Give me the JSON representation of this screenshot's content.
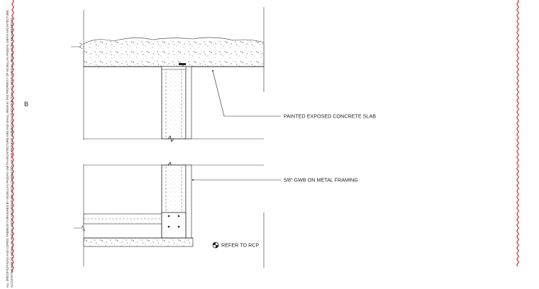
{
  "sheet": {
    "grid_marker": "B",
    "side_notes": {
      "line1": "ALL SPECIFICATIONS AND COPIES THEREOF FURNISHED BY MCMILLAN PAZDAN SMITH ARCHITECTURE ARE AND SHALL REMAIN THE PROPERTY OF MCMILLAN PAZDAN SMITH ARCHITECTURE.",
      "line2": "ACCOUNTED FOR TO MCMILLAN PAZDAN SMITH ARCHITECTURE UPON COMPLETION OF THE PROJECT. SUBMISSION OR DISTRIBUTION TO MEET OFFICIAL REGULATORY REQUIREMENTS"
    },
    "border_color": "#e02020"
  },
  "annotations": {
    "slab_note": "PAINTED EXPOSED CONCRETE SLAB",
    "gwb_note": "5/8\"  GWB ON METAL FRAMING",
    "rcp_note": "REFER TO RCP"
  },
  "icons": {
    "rcp_reference": "section-reference-icon"
  }
}
